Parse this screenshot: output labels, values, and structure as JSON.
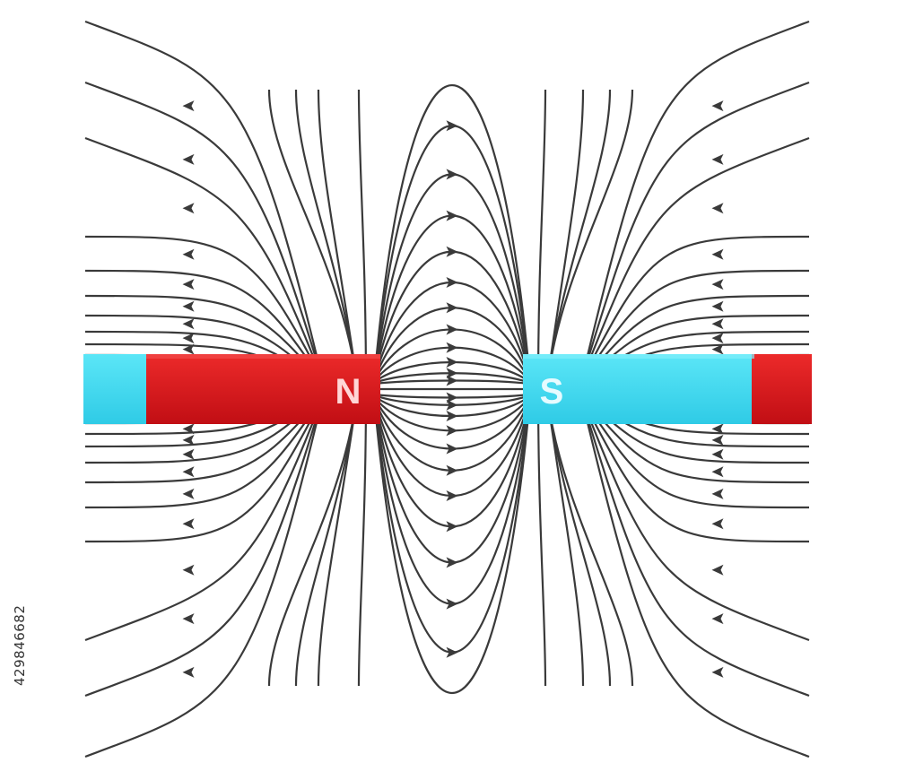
{
  "magnets": {
    "left": {
      "pole_label": "N",
      "north_color": "#d8181e",
      "south_color": "#3fd8ef"
    },
    "right": {
      "pole_label": "S",
      "north_color": "#d8181e",
      "south_color": "#3fd8ef"
    }
  },
  "field_lines": {
    "color": "#3a3a3a",
    "arrow_icon": "arrowhead-icon"
  },
  "stock_id": "429846682"
}
